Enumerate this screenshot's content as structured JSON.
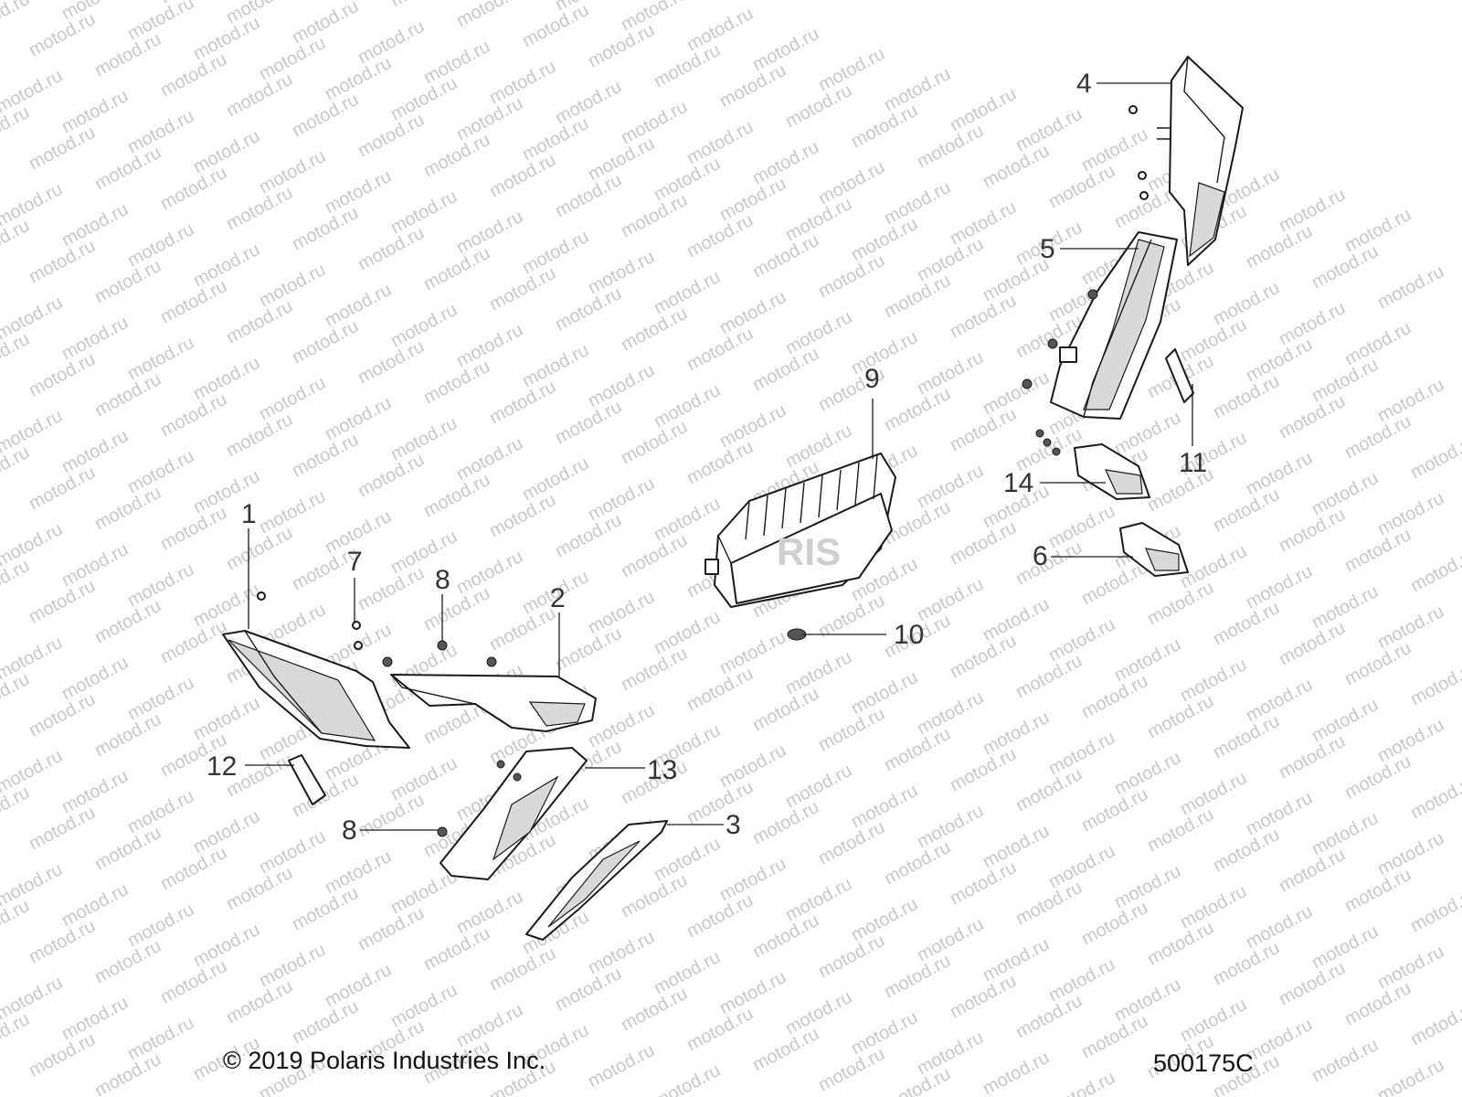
{
  "watermark": "motod.ru",
  "brand_mark": "RIS",
  "callouts": [
    "1",
    "2",
    "3",
    "4",
    "5",
    "6",
    "7",
    "8",
    "8",
    "9",
    "10",
    "11",
    "12",
    "13",
    "14"
  ],
  "footer": {
    "copyright": "© 2019 Polaris Industries Inc.",
    "drawing_number": "500175C"
  }
}
